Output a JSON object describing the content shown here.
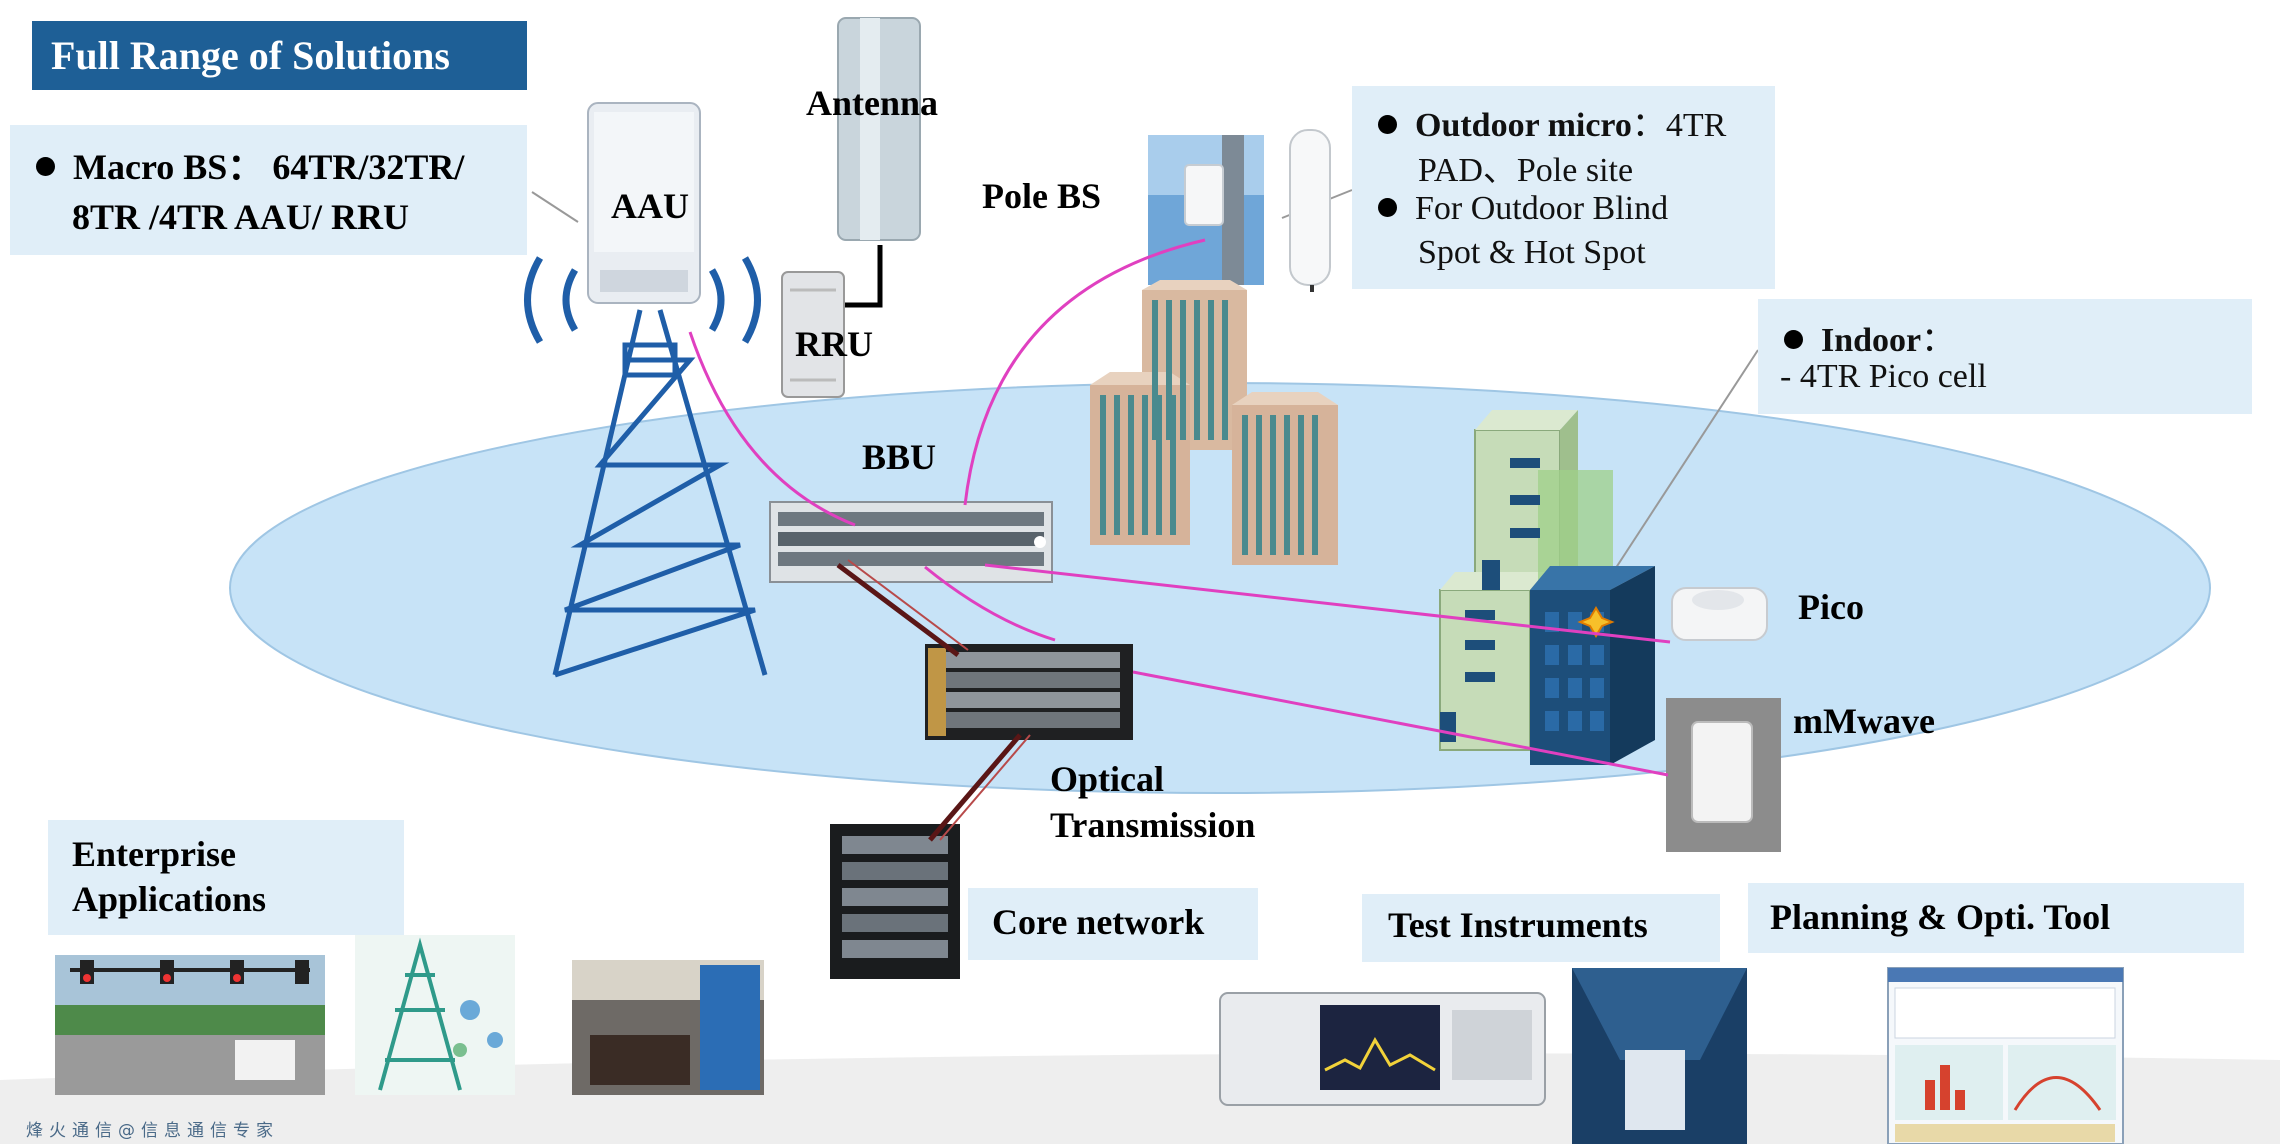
{
  "title": "Full Range of Solutions",
  "macro": {
    "line1": "Macro BS： 64TR/32TR/",
    "line2": "8TR /4TR  AAU/ RRU"
  },
  "outdoor": {
    "b1_bold": "Outdoor micro",
    "b1_rest": "：4TR",
    "b1_line2": "PAD、Pole site",
    "b2_line1": "For Outdoor Blind",
    "b2_line2": "Spot & Hot Spot"
  },
  "indoor": {
    "bold": "Indoor",
    "colon": "：",
    "line2": "-  4TR Pico cell"
  },
  "labels": {
    "aau": "AAU",
    "antenna": "Antenna",
    "rru": "RRU",
    "pole_bs": "Pole BS",
    "bbu": "BBU",
    "pico": "Pico",
    "mmwave": "mMwave",
    "optical_1": "Optical",
    "optical_2": "Transmission"
  },
  "enterprise": {
    "line1": "Enterprise",
    "line2": "Applications"
  },
  "core_network": "Core network",
  "test_instruments": "Test Instruments",
  "planning_tool": "Planning  & Opti. Tool",
  "footer": "烽火通信@信息通信专家",
  "colors": {
    "title_bg": "#1e5f96",
    "label_bg": "#e0eef8",
    "ellipse": "#c7e3f7",
    "link": "#e040c0",
    "tower": "#1f5ea8"
  }
}
